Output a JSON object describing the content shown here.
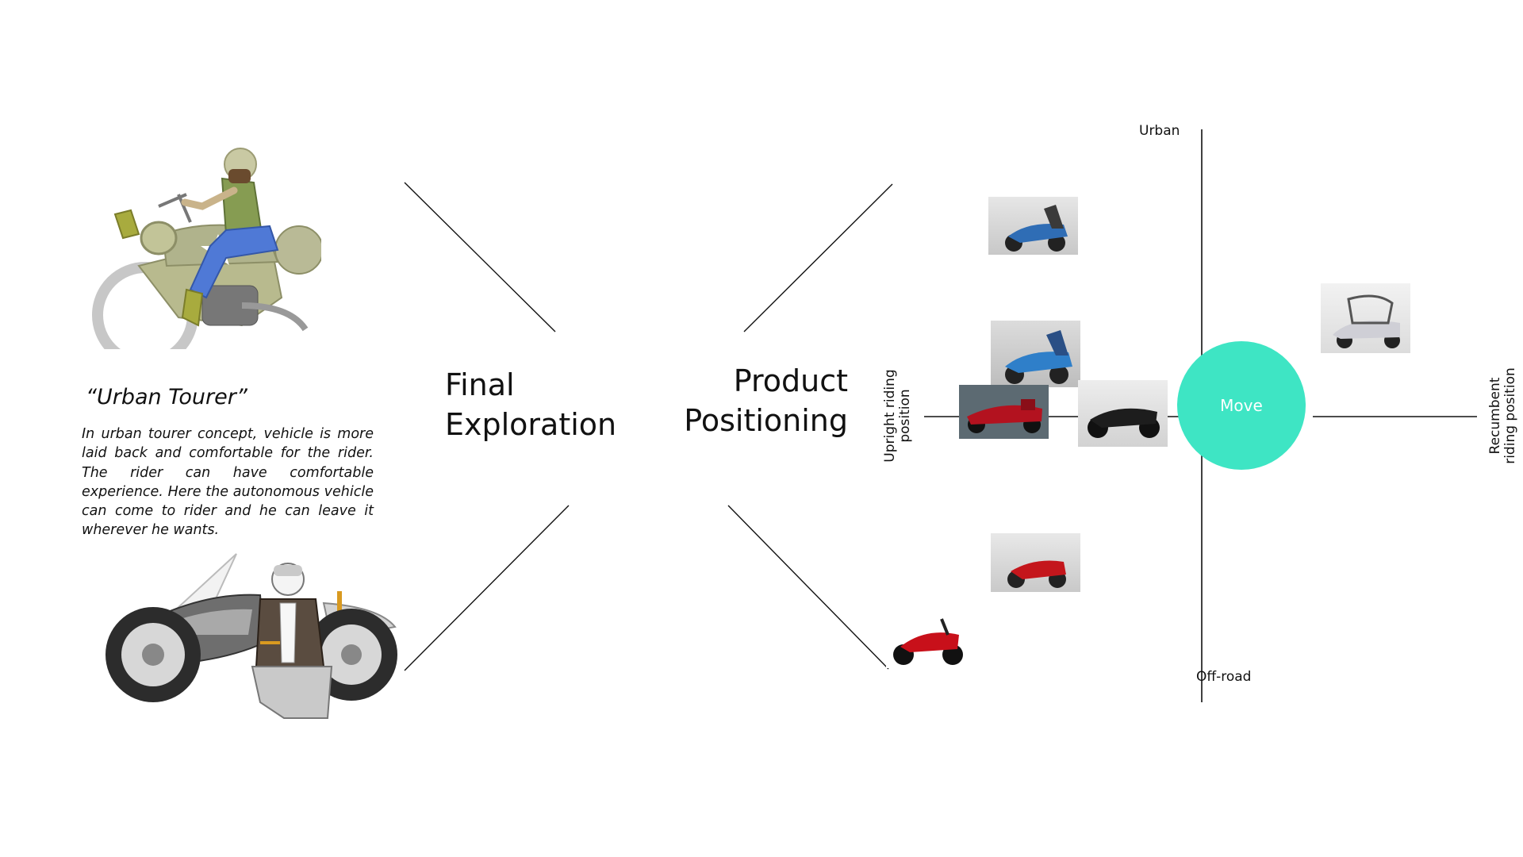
{
  "concept": {
    "title": "“Urban Tourer”",
    "description": "In urban tourer concept, vehicle is more laid back and comfortable for the rider. The rider can have comfortable experience. Here the autonomous vehicle can come to rider and he can leave it wherever he wants."
  },
  "center": {
    "final_line1": "Final",
    "final_line2": "Exploration",
    "product_line1": "Product",
    "product_line2": "Positioning"
  },
  "positioning_map": {
    "axis_top": "Urban",
    "axis_bottom": "Off-road",
    "axis_left": "Upright riding position",
    "axis_right": "Recumbent riding position",
    "highlight": "Move",
    "colors": {
      "highlight": "#3ee5c4",
      "axis": "#111111"
    }
  },
  "images": [
    {
      "name": "rider-on-motorcycle-sketch",
      "kind": "illustration"
    },
    {
      "name": "man-with-concept-bike-sketch",
      "kind": "illustration"
    },
    {
      "name": "blue-scooter-1",
      "kind": "photo"
    },
    {
      "name": "blue-scooter-2",
      "kind": "photo"
    },
    {
      "name": "red-touring-bike",
      "kind": "photo"
    },
    {
      "name": "black-cruiser-bike",
      "kind": "photo"
    },
    {
      "name": "red-adventure-scooter",
      "kind": "photo"
    },
    {
      "name": "red-sport-tourer",
      "kind": "photo"
    },
    {
      "name": "covered-scooter",
      "kind": "photo"
    }
  ]
}
